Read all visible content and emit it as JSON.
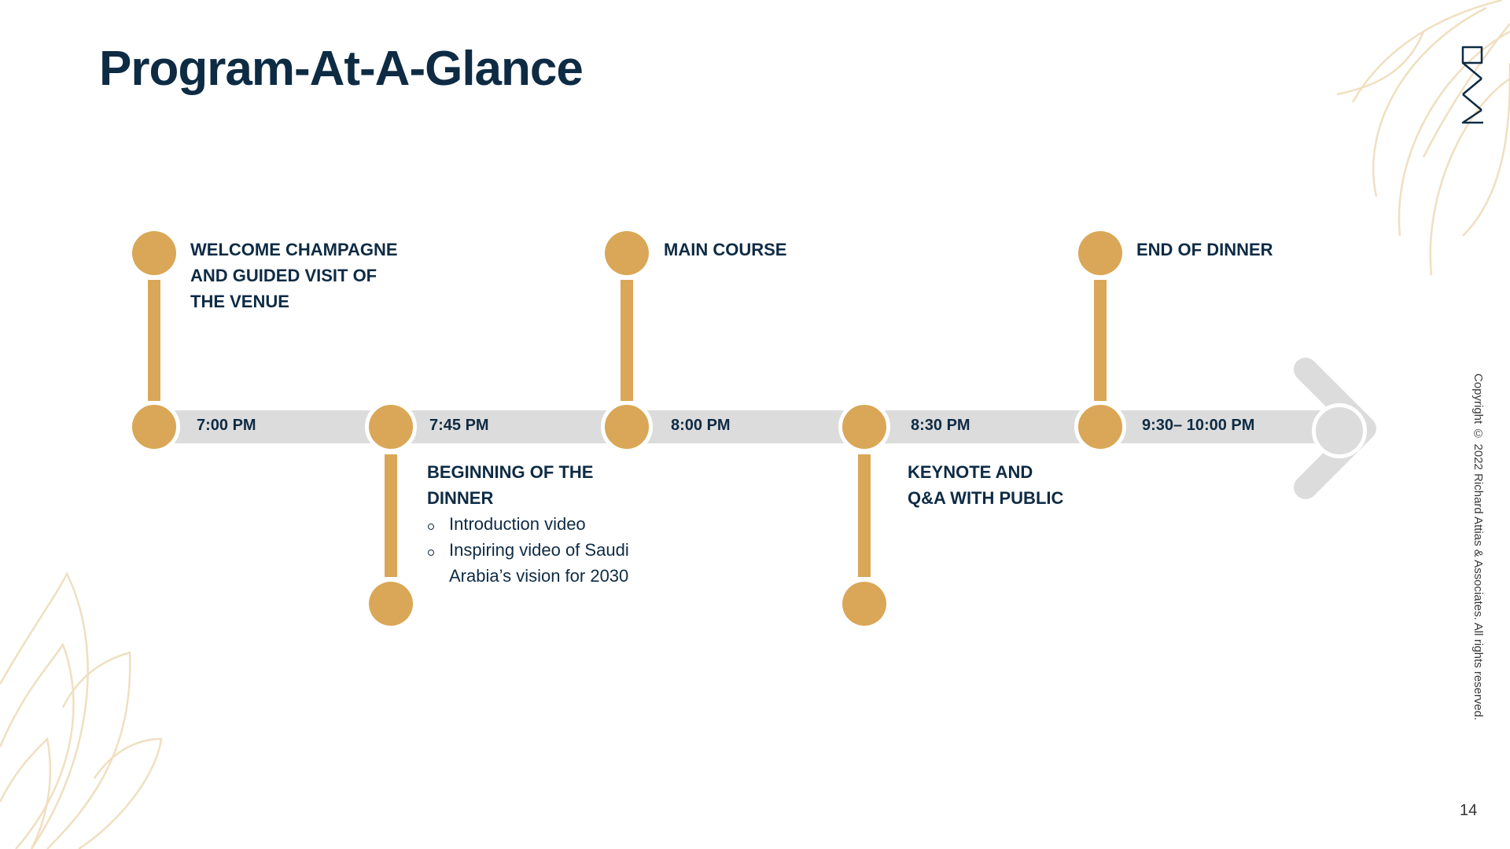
{
  "slide": {
    "title": "Program-At-A-Glance",
    "copyright": "Copyright © 2022 Richard Attias & Associates. All rights reserved.",
    "page_number": "14"
  },
  "timeline": {
    "events": [
      {
        "time": "7:00 PM",
        "label_lines": [
          "WELCOME CHAMPAGNE",
          "AND GUIDED VISIT OF",
          "THE VENUE"
        ],
        "side": "above"
      },
      {
        "time": "7:45 PM",
        "label_lines": [
          "BEGINNING OF THE",
          "DINNER"
        ],
        "side": "below",
        "sub_items": [
          "Introduction video",
          "Inspiring video of Saudi",
          "Arabia’s vision for 2030"
        ]
      },
      {
        "time": "8:00 PM",
        "label_lines": [
          "MAIN COURSE"
        ],
        "side": "above"
      },
      {
        "time": "8:30 PM",
        "label_lines": [
          "KEYNOTE AND",
          "Q&A WITH PUBLIC"
        ],
        "side": "below"
      },
      {
        "time": "9:30– 10:00 PM",
        "label_lines": [
          "END OF DINNER"
        ],
        "side": "above"
      }
    ]
  },
  "colors": {
    "title": "#0e2b44",
    "accent_gold": "#d9a757",
    "bar_gray": "#dcdcdc",
    "decor_line": "#f0dfc0"
  }
}
